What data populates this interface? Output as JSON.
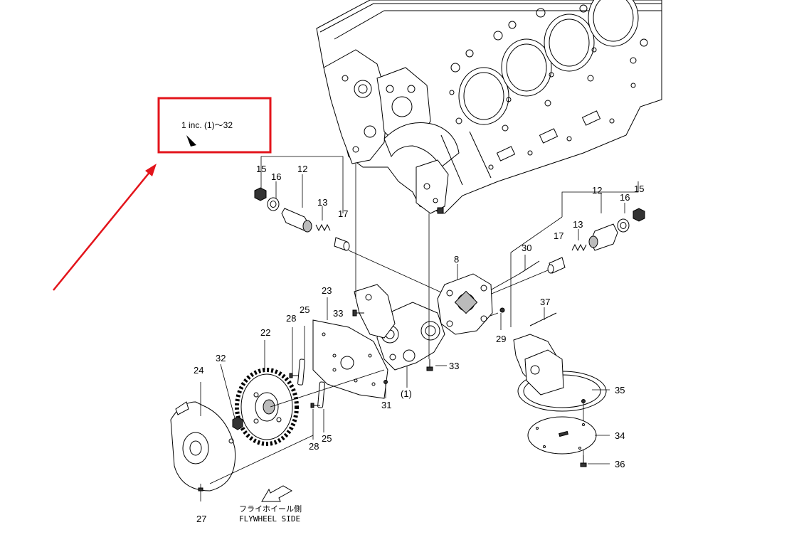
{
  "diagram": {
    "note": {
      "text": "1 inc. (1)～32"
    },
    "flywheel": {
      "jp": "フライホイール側",
      "en": "FLYWHEEL SIDE"
    },
    "labels": {
      "p15a": "15",
      "p16a": "16",
      "p12a": "12",
      "p13a": "13",
      "p17a": "17",
      "p12b": "12",
      "p16b": "16",
      "p15b": "15",
      "p13b": "13",
      "p17b": "17",
      "p30": "30",
      "p8": "8",
      "p37": "37",
      "p29": "29",
      "p33a": "33",
      "p33b": "33",
      "p23": "23",
      "p28a": "28",
      "p25a": "25",
      "p22": "22",
      "p32": "32",
      "p24": "24",
      "p31": "31",
      "p1": "(1)",
      "p35": "35",
      "p34": "34",
      "p36": "36",
      "p28b": "28",
      "p25b": "25",
      "p27": "27"
    },
    "colors": {
      "highlight": "#e3141b",
      "line": "#000000"
    }
  }
}
